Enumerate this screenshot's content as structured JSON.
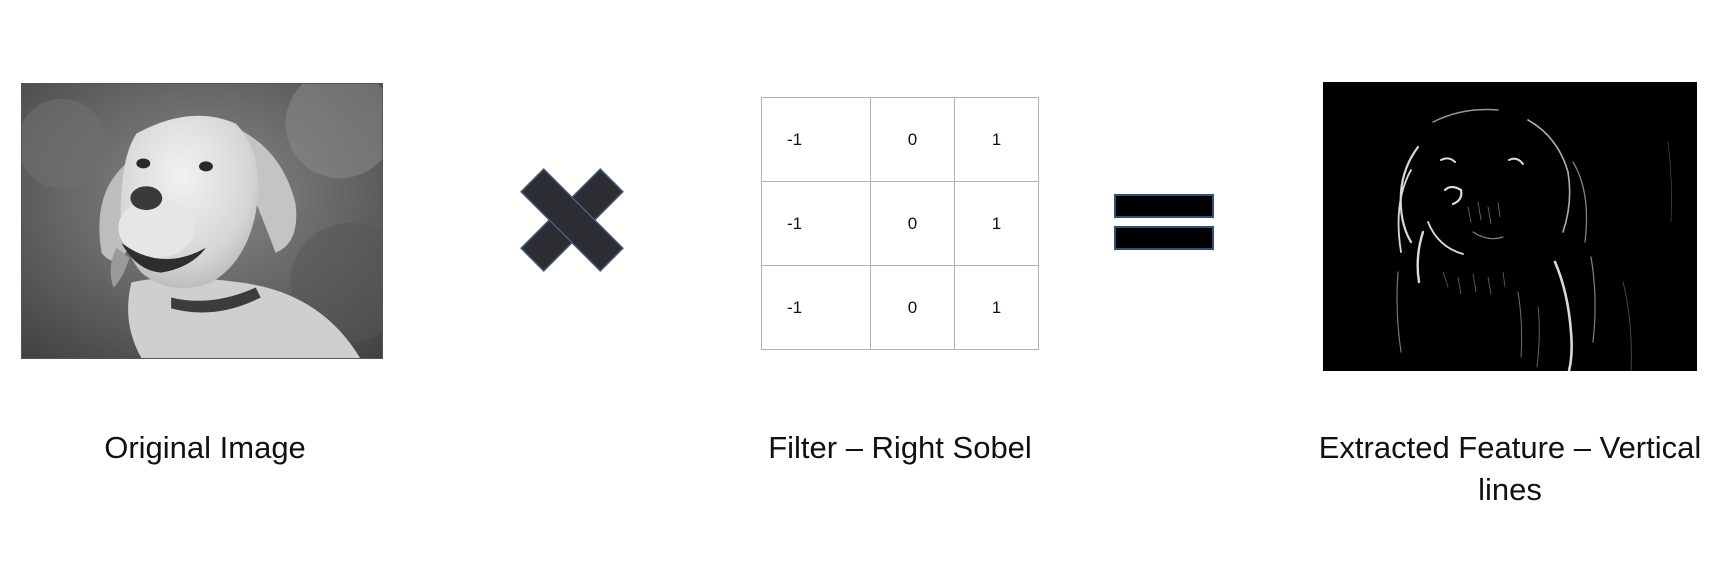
{
  "original": {
    "caption": "Original Image"
  },
  "operator_multiply": {
    "icon": "multiply-icon",
    "color": "#2b2d33"
  },
  "filter": {
    "caption": "Filter – Right Sobel",
    "matrix": [
      [
        "-1",
        "0",
        "1"
      ],
      [
        "-1",
        "0",
        "1"
      ],
      [
        "-1",
        "0",
        "1"
      ]
    ],
    "grid_color": "#b3b3b3"
  },
  "operator_equals": {
    "icon": "equals-icon",
    "color": "#000000",
    "outline": "#2f4f7f"
  },
  "feature": {
    "caption_line1": "Extracted Feature – Vertical",
    "caption_line2": "lines"
  }
}
